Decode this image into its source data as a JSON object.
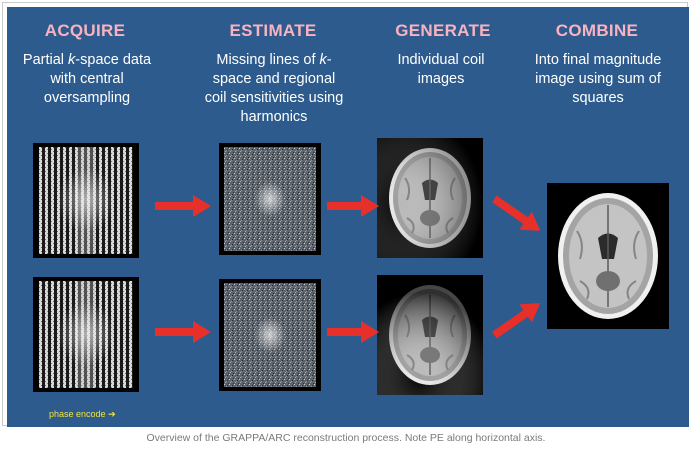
{
  "columns": [
    {
      "heading": "ACQUIRE",
      "desc_pre": "Partial ",
      "desc_em": "k",
      "desc_post": "-space data with central oversampling"
    },
    {
      "heading": "ESTIMATE",
      "desc_pre": "Missing lines of ",
      "desc_em": "k",
      "desc_post": "-space and regional coil sensitivities using harmonics"
    },
    {
      "heading": "GENERATE",
      "desc_pre": "Individual coil images",
      "desc_em": "",
      "desc_post": ""
    },
    {
      "heading": "COMBINE",
      "desc_pre": "Into final magnitude image using sum of squares",
      "desc_em": "",
      "desc_post": ""
    }
  ],
  "phase_label": "phase encode",
  "phase_arrow": "➔",
  "caption": "Overview of the GRAPPA/ARC reconstruction process. Note PE along horizontal axis.",
  "colors": {
    "background": "#2d5b8d",
    "heading": "#f8b3c1",
    "arrow": "#e8302a",
    "phase_label": "#f3e33a"
  }
}
